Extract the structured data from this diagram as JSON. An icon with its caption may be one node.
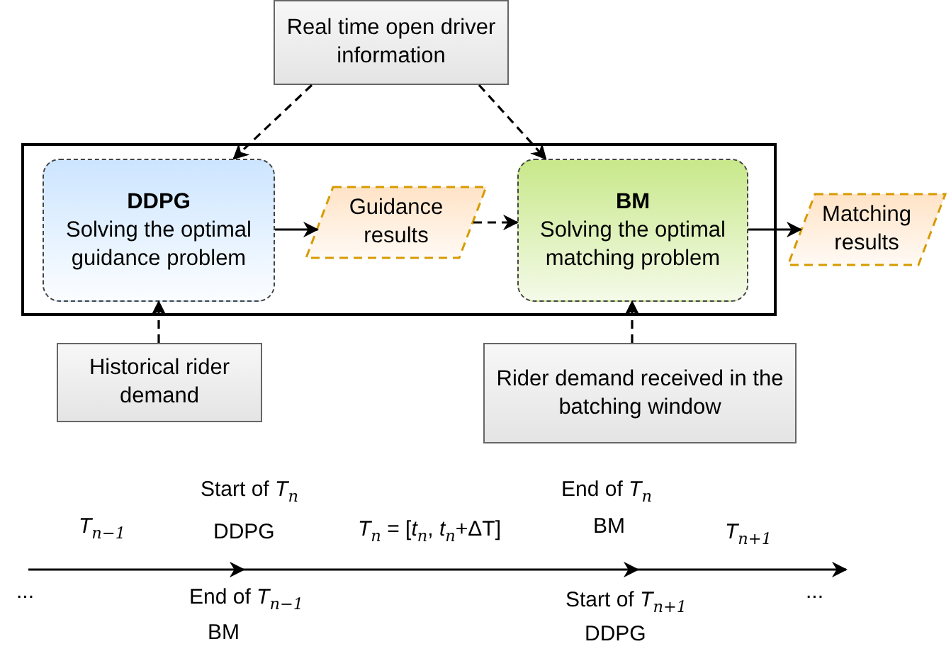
{
  "diagram": {
    "nodes": [
      {
        "text": [
          "Real time open driver information"
        ]
      },
      {
        "text": [],
        "shape": "box"
      },
      {
        "text": [
          "DDPG",
          "Solving the optimal guidance problem"
        ],
        "in": 1
      },
      {
        "text": [
          "Guidance results"
        ],
        "in": 1
      },
      {
        "text": [
          "BM",
          "Solving the optimal matching problem"
        ],
        "in": 1
      },
      {
        "text": [
          "Matching results"
        ]
      },
      {
        "text": [
          "Historical rider demand"
        ]
      },
      {
        "text": [
          "Rider demand received in the batching window"
        ]
      }
    ],
    "edges": [
      {
        "from": 0,
        "to": 2,
        "arrow": "to",
        "style": "dashed"
      },
      {
        "from": 0,
        "to": 4,
        "arrow": "to",
        "style": "dashed"
      },
      {
        "from": 2,
        "to": 3,
        "arrow": "to"
      },
      {
        "from": 3,
        "to": 4,
        "arrow": "to",
        "style": "dashed"
      },
      {
        "from": 4,
        "to": 5,
        "arrow": "to"
      },
      {
        "from": 6,
        "to": 2,
        "arrow": "to",
        "style": "dashed"
      },
      {
        "from": 7,
        "to": 4,
        "arrow": "to",
        "style": "dashed"
      }
    ],
    "labels": [
      "*T*$_{n−1}$",
      "Start of *T*$_{n}$",
      "DDPG",
      "*T*$_{n}$ = [*t*$_{n}$, *t*$_{n}$+ΔT]",
      "End of *T*$_{n}$",
      "BM",
      "*T*$_{n+1}$",
      "...",
      "End of *T*$_{n−1}$",
      "BM",
      "Start of *T*$_{n+1}$",
      "DDPG",
      "..."
    ]
  }
}
